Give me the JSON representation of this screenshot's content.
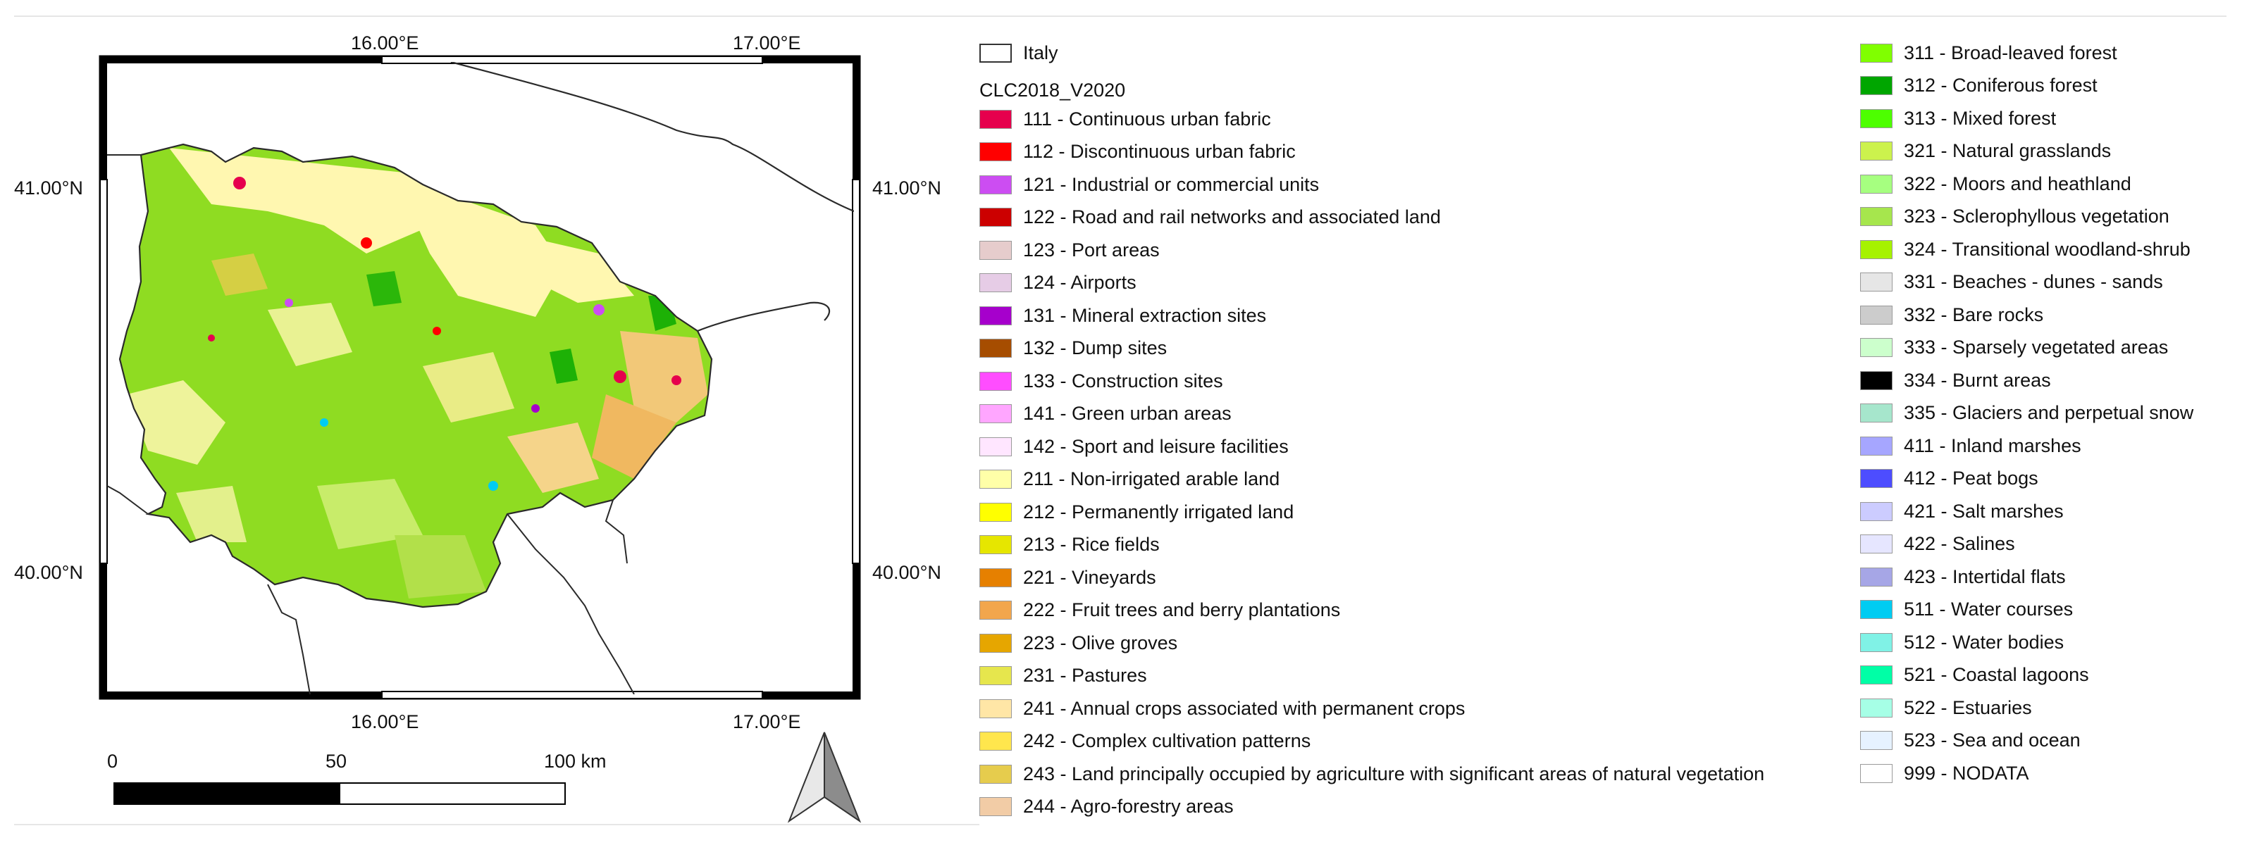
{
  "map": {
    "longitude_labels": [
      "16.00°E",
      "17.00°E"
    ],
    "latitude_labels": [
      "41.00°N",
      "40.00°N"
    ],
    "scale_bar": {
      "ticks": [
        "0",
        "50",
        "100 km"
      ]
    },
    "north_arrow": "north-arrow-icon",
    "colors": {
      "land_base": "#8fdc22",
      "arable": "#fff7b0",
      "frame": "#000000",
      "boundary": "#2a2a2a"
    }
  },
  "legend": {
    "boundary_label": "Italy",
    "layer_title": "CLC2018_V2020",
    "columns": [
      [
        {
          "label": "111 - Continuous urban fabric",
          "color": "#e6004d"
        },
        {
          "label": "112 - Discontinuous urban fabric",
          "color": "#ff0000"
        },
        {
          "label": "121 - Industrial or commercial units",
          "color": "#cc4df2"
        },
        {
          "label": "122 - Road and rail networks and associated land",
          "color": "#cc0000"
        },
        {
          "label": "123 - Port areas",
          "color": "#e6cccc"
        },
        {
          "label": "124 - Airports",
          "color": "#e6cce6"
        },
        {
          "label": "131 - Mineral extraction sites",
          "color": "#a600cc"
        },
        {
          "label": "132 - Dump sites",
          "color": "#a64d00"
        },
        {
          "label": "133 - Construction sites",
          "color": "#ff4dff"
        },
        {
          "label": "141 - Green urban areas",
          "color": "#ffa6ff"
        },
        {
          "label": "142 - Sport and leisure facilities",
          "color": "#ffe6ff"
        },
        {
          "label": "211 - Non-irrigated arable land",
          "color": "#ffffa8"
        },
        {
          "label": "212 - Permanently irrigated land",
          "color": "#ffff00"
        },
        {
          "label": "213 - Rice fields",
          "color": "#e6e600"
        },
        {
          "label": "221 - Vineyards",
          "color": "#e68000"
        },
        {
          "label": "222 - Fruit trees and berry plantations",
          "color": "#f2a64d"
        },
        {
          "label": "223 - Olive groves",
          "color": "#e6a600"
        },
        {
          "label": "231 - Pastures",
          "color": "#e6e64d"
        },
        {
          "label": "241 - Annual crops associated with permanent crops",
          "color": "#ffe6a6"
        },
        {
          "label": "242 - Complex cultivation patterns",
          "color": "#ffe64d"
        },
        {
          "label": "243 - Land principally occupied by agriculture with significant areas of natural vegetation",
          "color": "#e6cc4d"
        },
        {
          "label": "244 - Agro-forestry areas",
          "color": "#f2cca6"
        }
      ],
      [
        {
          "label": "311 - Broad-leaved forest",
          "color": "#80ff00"
        },
        {
          "label": "312 - Coniferous forest",
          "color": "#00a600"
        },
        {
          "label": "313 - Mixed forest",
          "color": "#4dff00"
        },
        {
          "label": "321 - Natural grasslands",
          "color": "#ccf24d"
        },
        {
          "label": "322 - Moors and heathland",
          "color": "#a6ff80"
        },
        {
          "label": "323 - Sclerophyllous vegetation",
          "color": "#a6e64d"
        },
        {
          "label": "324 - Transitional woodland-shrub",
          "color": "#a6f200"
        },
        {
          "label": "331 - Beaches - dunes - sands",
          "color": "#e6e6e6"
        },
        {
          "label": "332 - Bare rocks",
          "color": "#cccccc"
        },
        {
          "label": "333 - Sparsely vegetated areas",
          "color": "#ccffcc"
        },
        {
          "label": "334 - Burnt areas",
          "color": "#000000"
        },
        {
          "label": "335 - Glaciers and perpetual snow",
          "color": "#a6e6cc"
        },
        {
          "label": "411 - Inland marshes",
          "color": "#a6a6ff"
        },
        {
          "label": "412 - Peat bogs",
          "color": "#4d4dff"
        },
        {
          "label": "421 - Salt marshes",
          "color": "#ccccff"
        },
        {
          "label": "422 - Salines",
          "color": "#e6e6ff"
        },
        {
          "label": "423 - Intertidal flats",
          "color": "#a6a6e6"
        },
        {
          "label": "511 - Water courses",
          "color": "#00ccf2"
        },
        {
          "label": "512 - Water bodies",
          "color": "#80f2e6"
        },
        {
          "label": "521 - Coastal lagoons",
          "color": "#00ffa6"
        },
        {
          "label": "522 - Estuaries",
          "color": "#a6ffe6"
        },
        {
          "label": "523 - Sea and ocean",
          "color": "#e6f2ff"
        },
        {
          "label": "999 - NODATA",
          "color": "#ffffff"
        }
      ]
    ]
  }
}
